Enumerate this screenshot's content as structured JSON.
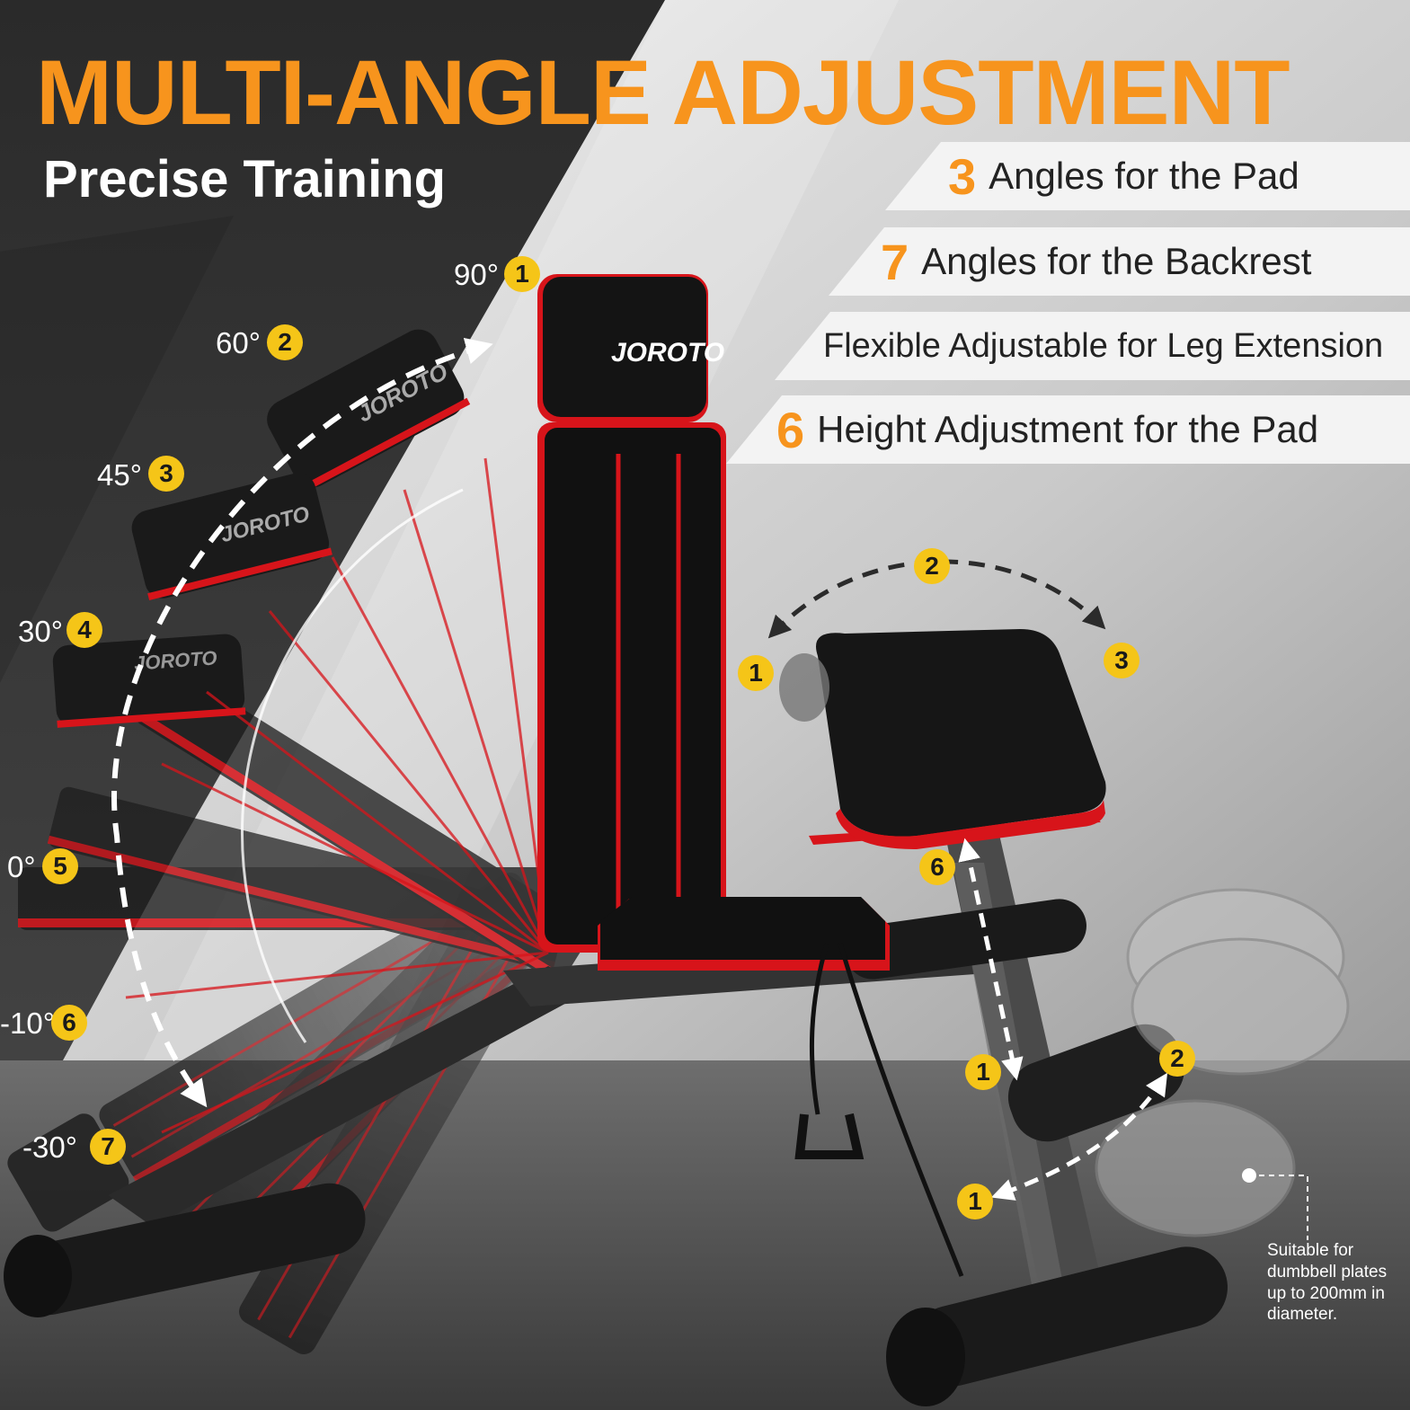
{
  "colors": {
    "accent_orange": "#f7941d",
    "badge_yellow": "#f5c518",
    "bench_red": "#d7141a",
    "pad_black": "#111111",
    "light_panel": "#f3f3f3",
    "dark_background": "#2f2f2f"
  },
  "header": {
    "title": "MULTI-ANGLE ADJUSTMENT",
    "subtitle": "Precise Training"
  },
  "features": [
    {
      "number": "3",
      "text": "Angles for the Pad"
    },
    {
      "number": "7",
      "text": "Angles for the Backrest"
    },
    {
      "number": "",
      "text": "Flexible Adjustable for Leg Extension"
    },
    {
      "number": "6",
      "text": "Height Adjustment for the Pad"
    }
  ],
  "backrest_angles": [
    {
      "angle": "90°",
      "index": "1"
    },
    {
      "angle": "60°",
      "index": "2"
    },
    {
      "angle": "45°",
      "index": "3"
    },
    {
      "angle": "30°",
      "index": "4"
    },
    {
      "angle": "0°",
      "index": "5"
    },
    {
      "angle": "-10°",
      "index": "6"
    },
    {
      "angle": "-30°",
      "index": "7"
    }
  ],
  "pad_angle_markers": [
    "1",
    "2",
    "3"
  ],
  "pad_height_markers": [
    "6",
    "1"
  ],
  "leg_markers": [
    "2",
    "1"
  ],
  "brand": {
    "logo_text": "JOROTO"
  },
  "caption": {
    "lines": [
      "Suitable for",
      "dumbbell plates",
      "up to 200mm in",
      "diameter."
    ]
  }
}
